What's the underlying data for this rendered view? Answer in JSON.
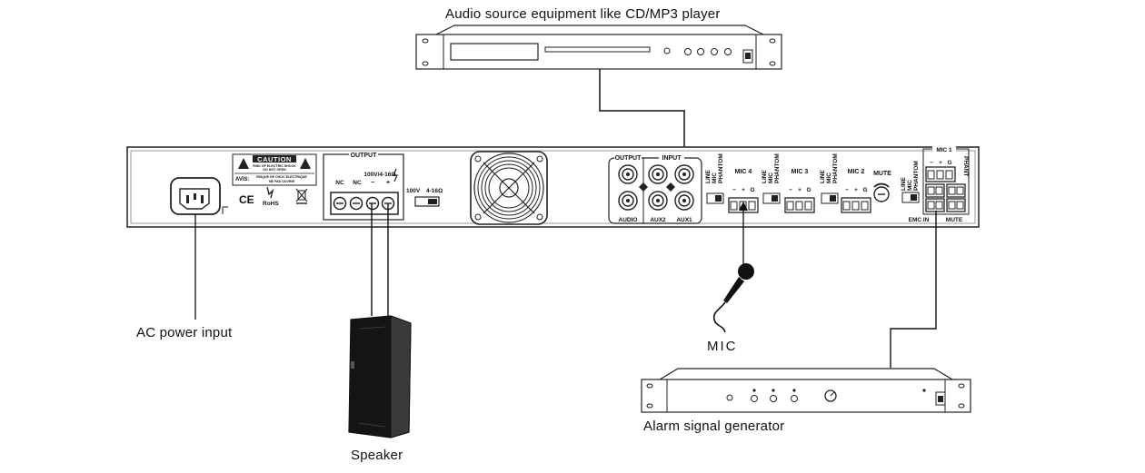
{
  "labels": {
    "audio_source": "Audio source equipment like CD/MP3 player",
    "ac_power": "AC power input",
    "speaker": "Speaker",
    "mic": "MIC",
    "alarm_generator": "Alarm signal generator"
  },
  "amplifier": {
    "caution_title": "CAUTION",
    "caution_line1": "RISK OF ELECTRIC SHOCK",
    "caution_line2": "DO NOT OPEN",
    "avis_label": "AVIS:",
    "avis_line1": "RISQUE DE CHOC ELECTRIQUE",
    "avis_line2": "NE PAS OUVRIR",
    "ce_mark": "CE",
    "rohs_mark": "RoHS",
    "output_title": "OUTPUT",
    "output_nc1": "NC",
    "output_nc2": "NC",
    "output_minus": "−",
    "output_plus": "+",
    "output_spec": "100V/4-16Ω",
    "switch_100v": "100V",
    "switch_4_16": "4-16Ω",
    "io_output": "OUTPUT",
    "io_input": "INPUT",
    "io_audio": "AUDIO",
    "io_aux2": "AUX2",
    "io_aux1": "AUX1",
    "mic4": "MIC 4",
    "mic3": "MIC 3",
    "mic2": "MIC 2",
    "mic1": "MIC 1",
    "mute": "MUTE",
    "emc_in": "EMC IN",
    "mute_bottom": "MUTE",
    "term_minus": "−",
    "term_plus": "+",
    "term_g": "G",
    "sw_line": "LINE",
    "sw_mic": "MIC",
    "sw_phantom": "PHANTOM",
    "phantom_right": "PHANT"
  }
}
